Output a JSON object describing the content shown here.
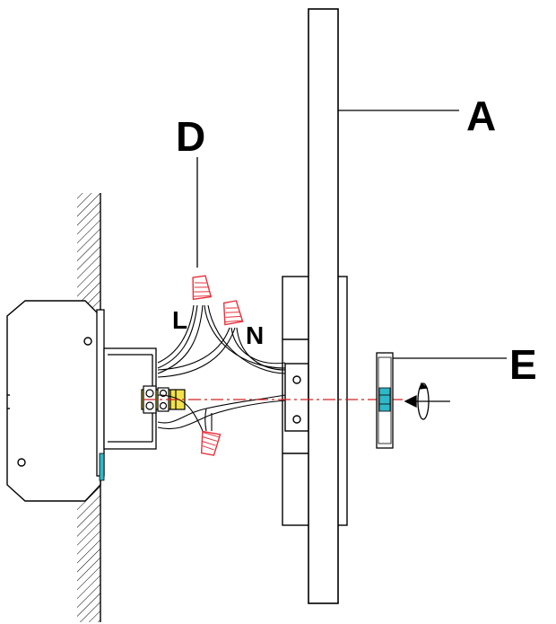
{
  "callouts": {
    "a": "A",
    "d": "D",
    "e": "E"
  },
  "wire_labels": {
    "live": "L",
    "neutral": "N"
  },
  "colors": {
    "line": "#000000",
    "wire_nut": "#e8323c",
    "centerline": "#d42020",
    "bolt": "#f2e24a",
    "accent": "#2fb8c8"
  }
}
